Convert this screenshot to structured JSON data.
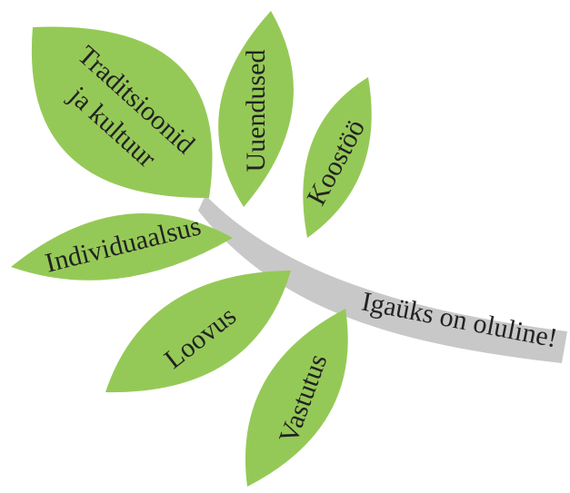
{
  "colors": {
    "leaf": "#95C957",
    "branch": "#C8C8C8",
    "text": "#222222",
    "background": "#FFFFFF"
  },
  "branch": {
    "label": "Igaüks on oluline!"
  },
  "leaves": [
    {
      "id": "traditsioonid",
      "line1": "Traditsioonid",
      "line2": "ja kultuur"
    },
    {
      "id": "uuendused",
      "line1": "Uuendused"
    },
    {
      "id": "koostoo",
      "line1": "Koostöö"
    },
    {
      "id": "individuaalsus",
      "line1": "Individuaalsus"
    },
    {
      "id": "loovus",
      "line1": "Loovus"
    },
    {
      "id": "vastutus",
      "line1": "Vastutus"
    }
  ]
}
